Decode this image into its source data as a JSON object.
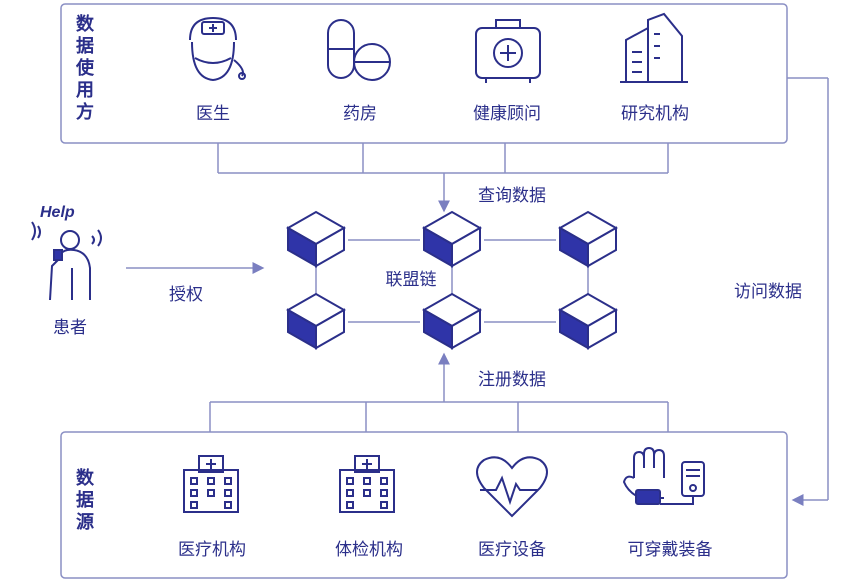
{
  "consumers": {
    "title": "数据使用方",
    "items": [
      {
        "label": "医生",
        "icon": "doctor-icon"
      },
      {
        "label": "药房",
        "icon": "pills-icon"
      },
      {
        "label": "健康顾问",
        "icon": "medical-kit-icon"
      },
      {
        "label": "研究机构",
        "icon": "research-building-icon"
      }
    ]
  },
  "sources": {
    "title": "数据源",
    "items": [
      {
        "label": "医疗机构",
        "icon": "hospital-icon"
      },
      {
        "label": "体检机构",
        "icon": "clinic-icon"
      },
      {
        "label": "医疗设备",
        "icon": "heart-monitor-icon"
      },
      {
        "label": "可穿戴装备",
        "icon": "wearable-device-icon"
      }
    ]
  },
  "patient": {
    "label": "患者",
    "help_text": "Help",
    "icon": "elderly-patient-icon"
  },
  "blockchain": {
    "label": "联盟链"
  },
  "flows": {
    "query": "查询数据",
    "register": "注册数据",
    "authorize": "授权",
    "access": "访问数据"
  },
  "colors": {
    "primary": "#2b2f8a",
    "line": "#8a8fc4",
    "cube_dark": "#3a3fb0"
  }
}
